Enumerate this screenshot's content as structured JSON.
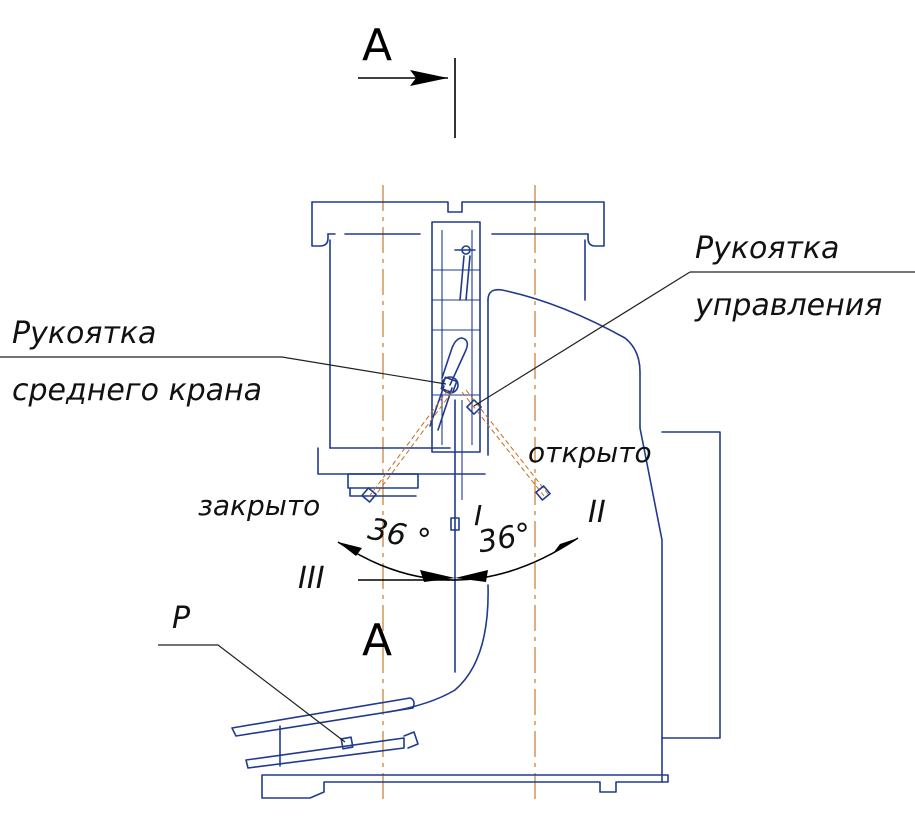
{
  "section_mark_top": "A",
  "section_mark_bottom": "A",
  "label_handle_middle_valve_line1": "Рукоятка",
  "label_handle_middle_valve_line2": "среднего крана",
  "label_control_handle_line1": "Рукоятка",
  "label_control_handle_line2": "управления",
  "label_closed": "закрыто",
  "label_open": "открыто",
  "angle_left": "36 °",
  "angle_right": "36°",
  "position_1": "I",
  "position_2": "II",
  "position_3": "III",
  "label_p": "P",
  "colors": {
    "outline": "#1f3b8f",
    "centerline": "#c0701a",
    "text": "#111111"
  }
}
